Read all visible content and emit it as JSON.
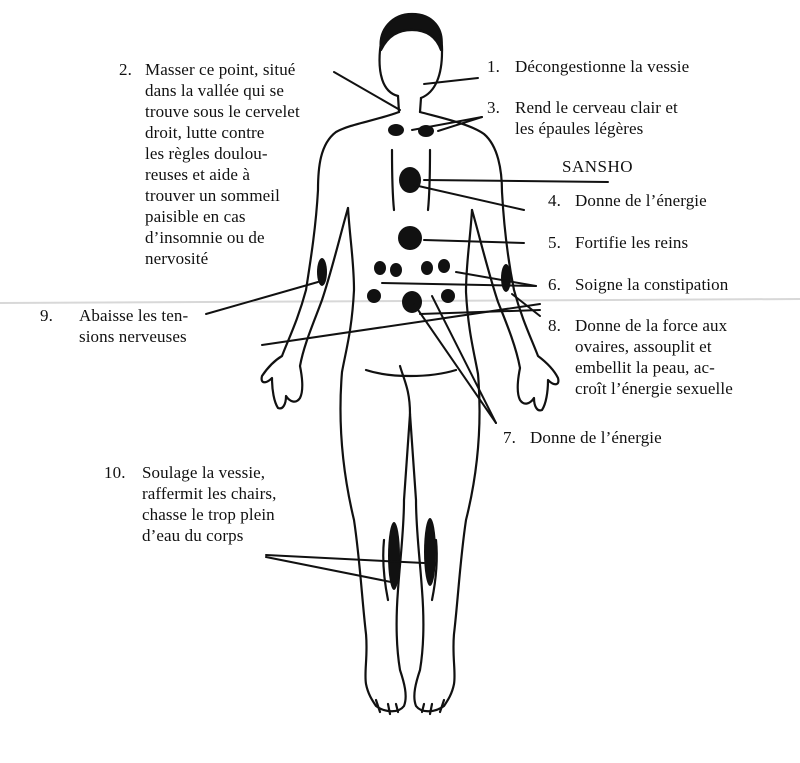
{
  "title": "SANSHO",
  "labels": [
    {
      "id": "1",
      "number": "1.",
      "text": "Décongestionne la vessie"
    },
    {
      "id": "2",
      "number": "2.",
      "text": "Masser ce point, situé\ndans la vallée qui se\ntrouve sous le cervelet\ndroit, lutte contre\nles règles doulou-\nreuses et aide à\ntrouver un sommeil\npaisible en cas\nd’insomnie ou de\nnervosité"
    },
    {
      "id": "3",
      "number": "3.",
      "text": "Rend le cerveau clair et\nles épaules légères"
    },
    {
      "id": "4",
      "number": "4.",
      "text": "Donne de l’énergie"
    },
    {
      "id": "5",
      "number": "5.",
      "text": "Fortifie les reins"
    },
    {
      "id": "6",
      "number": "6.",
      "text": "Soigne la constipation"
    },
    {
      "id": "7",
      "number": "7.",
      "text": "Donne de l’énergie"
    },
    {
      "id": "8",
      "number": "8.",
      "text": "Donne de la force aux\novaires, assouplit et\nembellit la peau, ac-\ncroît l’énergie sexuelle"
    },
    {
      "id": "9",
      "number": "9.",
      "text": "Abaisse les ten-\nsions nerveuses"
    },
    {
      "id": "10",
      "number": "10.",
      "text": "Soulage la vessie,\nraffermit les chairs,\nchasse le trop plein\nd’eau du corps"
    }
  ],
  "colors": {
    "ink": "#111111",
    "paper": "#ffffff"
  }
}
